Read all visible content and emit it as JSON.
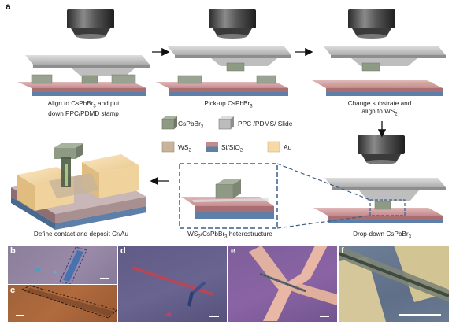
{
  "panel_a": {
    "letter": "a",
    "steps": [
      {
        "caption_parts": [
          "Align to CsPbBr",
          "3",
          " and put",
          "down PPC/PDMD stamp"
        ]
      },
      {
        "caption_parts": [
          "Pick-up CsPbBr",
          "3"
        ]
      },
      {
        "caption_parts": [
          "Change substrate and",
          "align to WS",
          "2"
        ]
      },
      {
        "caption_parts": [
          "Drop-down CsPbBr",
          "3"
        ]
      },
      {
        "caption_parts": [
          "WS",
          "2",
          "/CsPbBr",
          "3",
          " heterostructure"
        ]
      },
      {
        "caption_parts": [
          "Define contact and deposit Cr/Au"
        ]
      }
    ],
    "legend": [
      {
        "label": "CsPbBr",
        "sub": "3",
        "swatch": "csbpbr",
        "color": "#8f9a85"
      },
      {
        "label": "PPC /PDMS/ Slide",
        "sub": "",
        "swatch": "ppc",
        "color": "#b8b8b8"
      },
      {
        "label": "WS",
        "sub": "2",
        "swatch": "ws2",
        "color": "#c7b49b"
      },
      {
        "label": "Si/SiO",
        "sub": "2",
        "swatch": "si",
        "color": "#c58a8c"
      },
      {
        "label": "Au",
        "sub": "",
        "swatch": "au",
        "color": "#f6d9a4"
      }
    ]
  },
  "micrographs": [
    {
      "letter": "b"
    },
    {
      "letter": "c"
    },
    {
      "letter": "d"
    },
    {
      "letter": "e"
    },
    {
      "letter": "f"
    }
  ],
  "colors": {
    "arrow": "#111111",
    "dashed_box": "#3b5f8a",
    "substrate_top": "#d2a6a8",
    "substrate_blue": "#5d7fa8"
  }
}
